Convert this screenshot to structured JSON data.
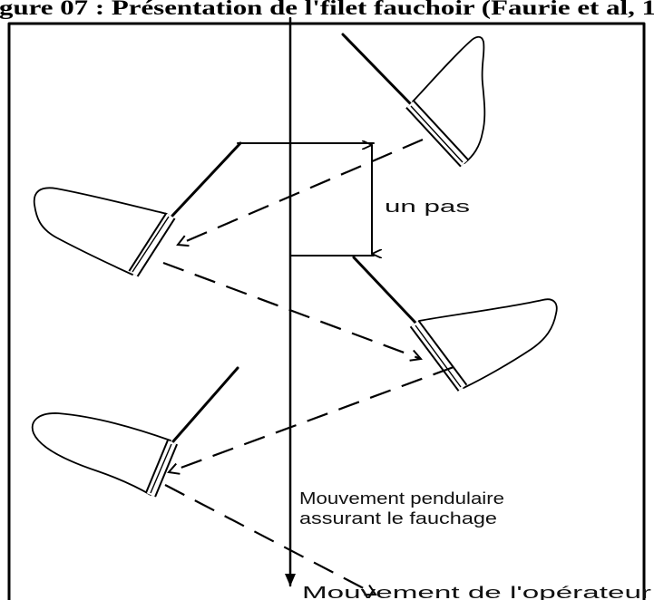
{
  "title": "gure 07 : Présentation de l'filet fauchoir (Faurie et al, 1",
  "labels": {
    "step": "un pas",
    "pendulum_line1": "Mouvement pendulaire",
    "pendulum_line2": "assurant le fauchage",
    "operator": "Mouvement de l'opérateur"
  },
  "colors": {
    "ink": "#000000",
    "background": "#ffffff"
  }
}
